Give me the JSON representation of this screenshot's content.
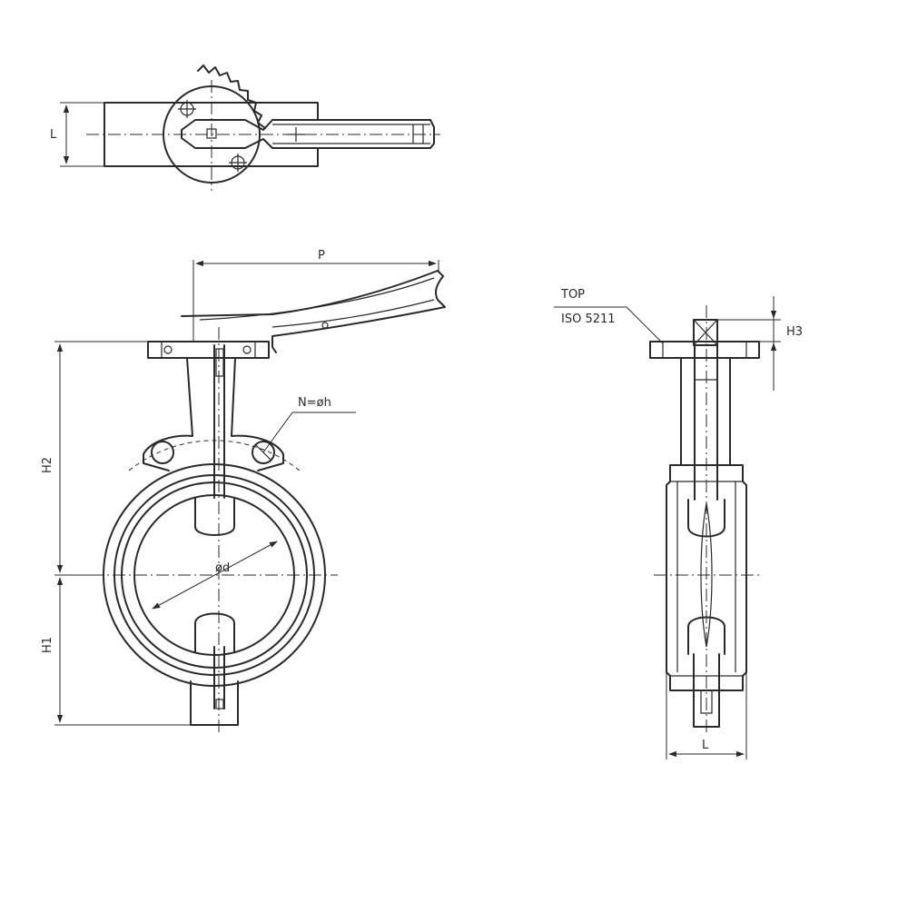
{
  "labels": {
    "top_L": "L",
    "P": "P",
    "N_h": "N=øh",
    "H2": "H2",
    "H1": "H1",
    "d": "ød",
    "TOP": "TOP",
    "ISO": "ISO 5211",
    "H3": "H3",
    "side_L": "L"
  },
  "colors": {
    "line": "#2a2a2a",
    "background": "#ffffff"
  }
}
